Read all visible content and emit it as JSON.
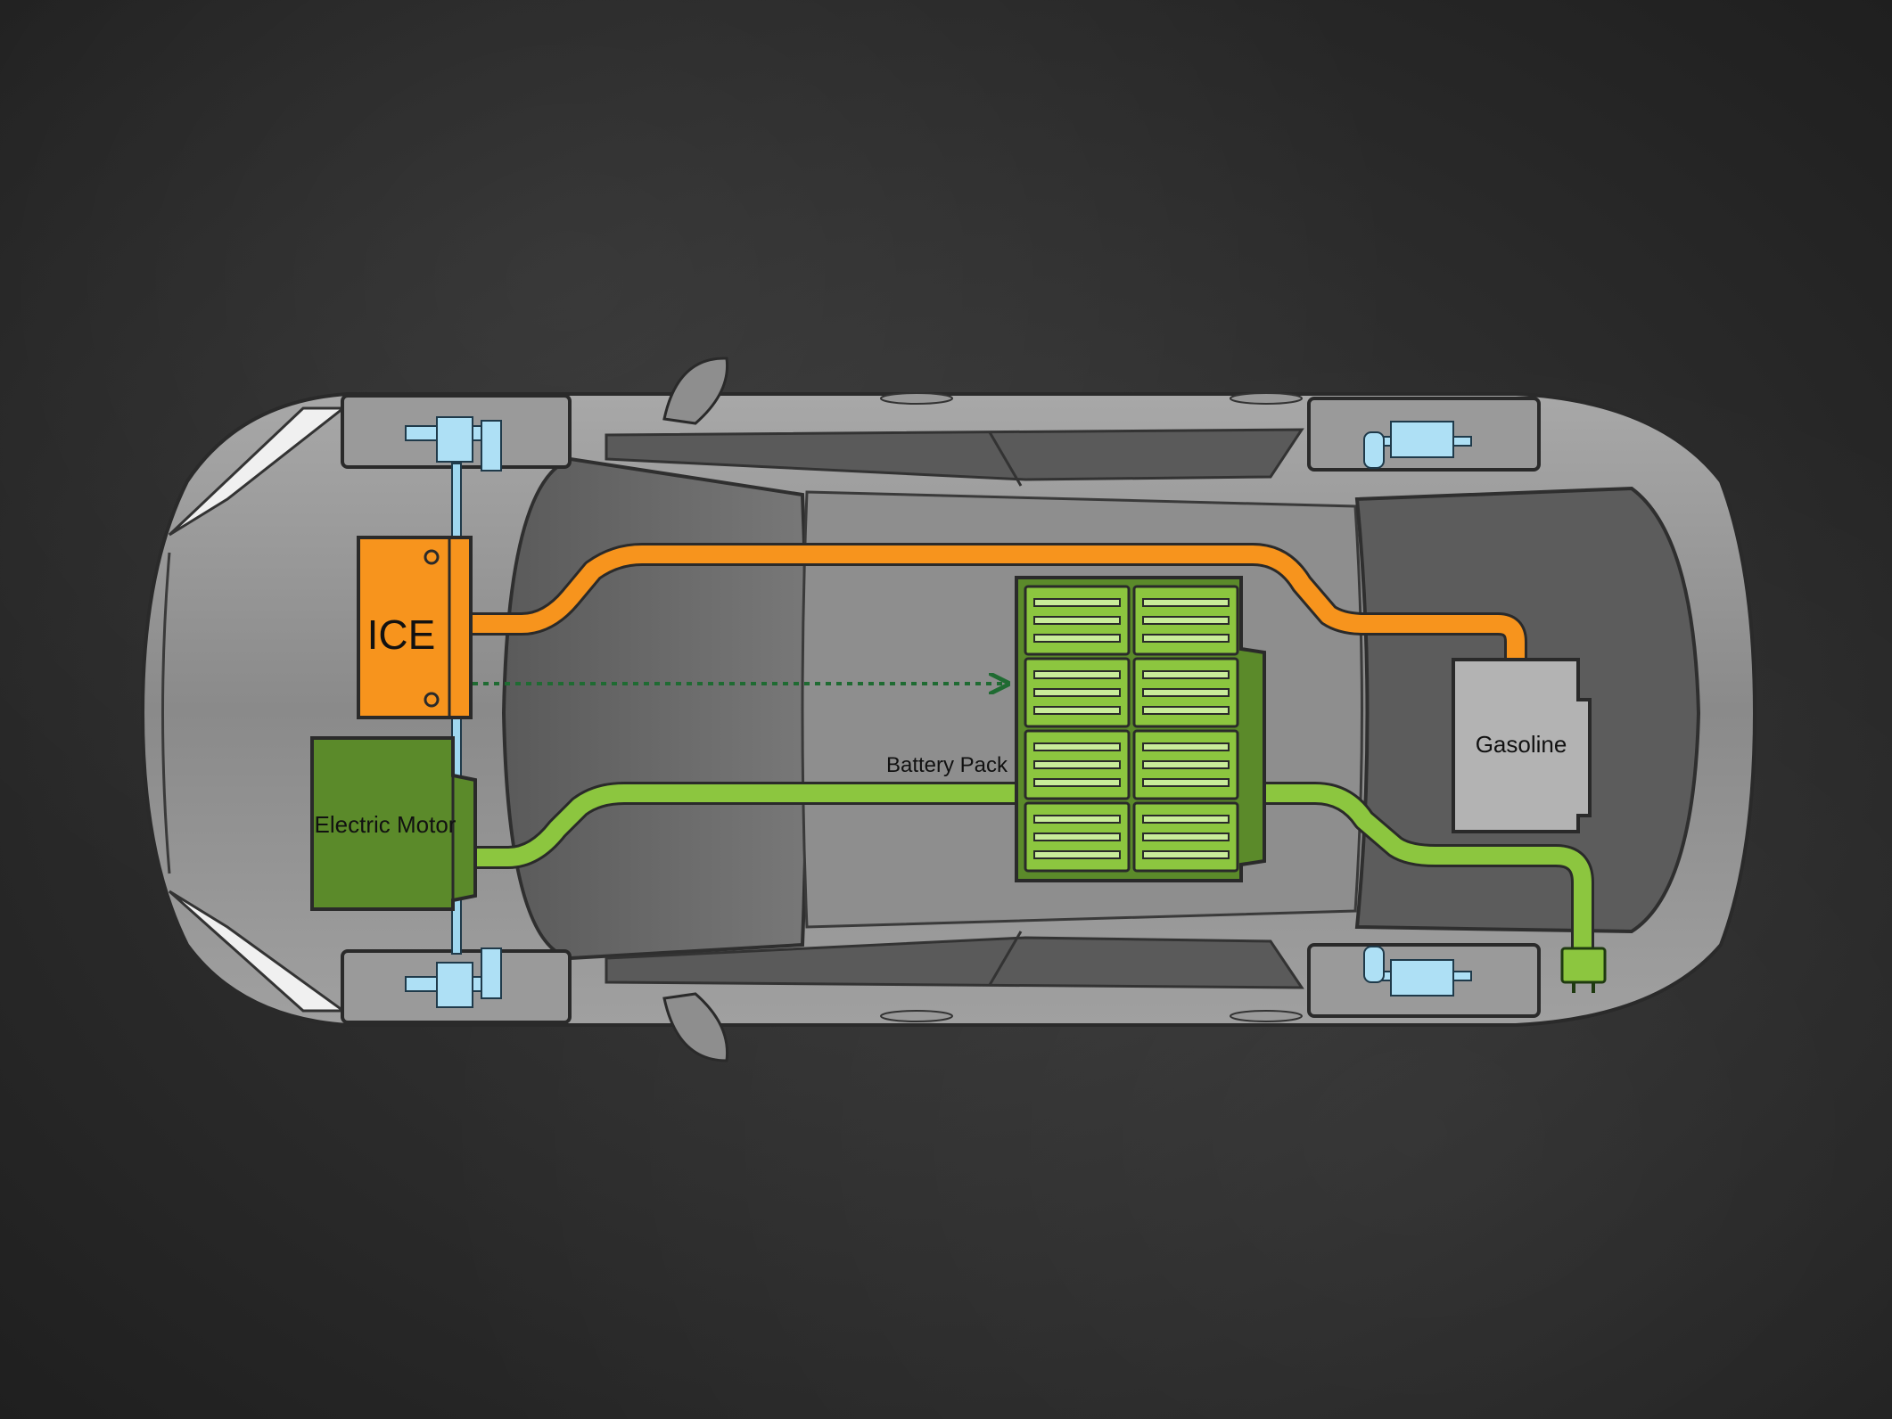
{
  "labels": {
    "ice": "ICE",
    "electric_motor": "Electric Motor",
    "battery_pack": "Battery Pack",
    "gasoline": "Gasoline"
  },
  "colors": {
    "background": "#2c2c2c",
    "body": "#8e8e8e",
    "fuel_line": "#f7941d",
    "electric_line": "#8cc63f",
    "motor": "#5b8a2a",
    "battery_cell": "#8cc63f",
    "axle": "#9fd7ef",
    "tank": "#b3b3b3"
  }
}
